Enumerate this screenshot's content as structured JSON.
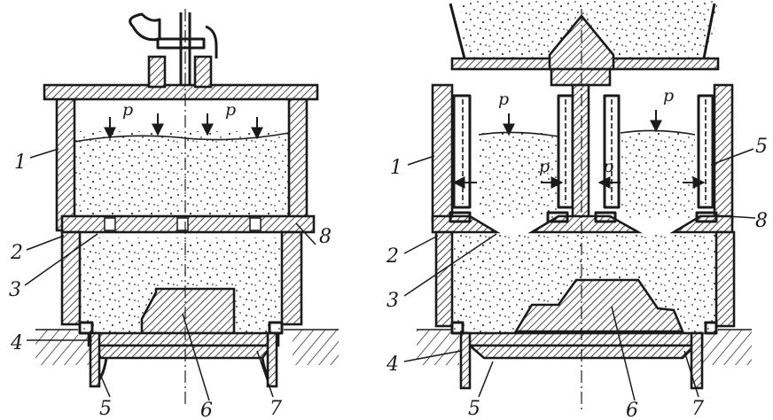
{
  "left_figure": {
    "pressure_label_1": "p",
    "pressure_label_2": "p",
    "part_labels": [
      "1",
      "2",
      "3",
      "4",
      "5",
      "6",
      "7",
      "8"
    ]
  },
  "right_figure": {
    "pressure_label_1": "p",
    "pressure_label_2": "p",
    "pressure_label_3": "p",
    "pressure_label_4": "p",
    "part_labels": [
      "1",
      "2",
      "3",
      "4",
      "5",
      "6",
      "7",
      "8",
      "5"
    ]
  }
}
